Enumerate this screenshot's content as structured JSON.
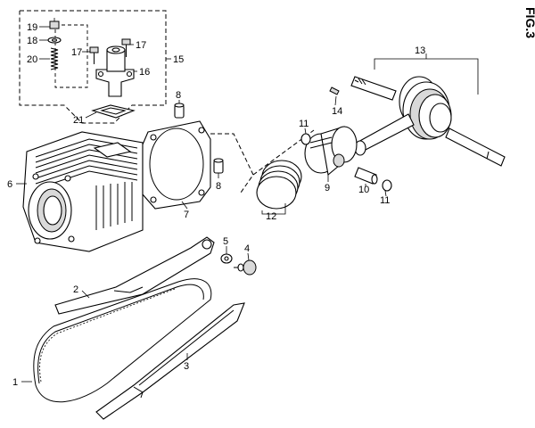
{
  "figure": {
    "title": "FIG.3"
  },
  "labels": {
    "l19": "19",
    "l18": "18",
    "l20": "20",
    "l17a": "17",
    "l17b": "17",
    "l16": "16",
    "l15": "15",
    "l21": "21",
    "l8a": "8",
    "l8b": "8",
    "l6": "6",
    "l7": "7",
    "l13": "13",
    "l14": "14",
    "l11a": "11",
    "l11b": "11",
    "l9": "9",
    "l10": "10",
    "l12": "12",
    "l5": "5",
    "l4": "4",
    "l2": "2",
    "l3": "3",
    "l1": "1"
  }
}
